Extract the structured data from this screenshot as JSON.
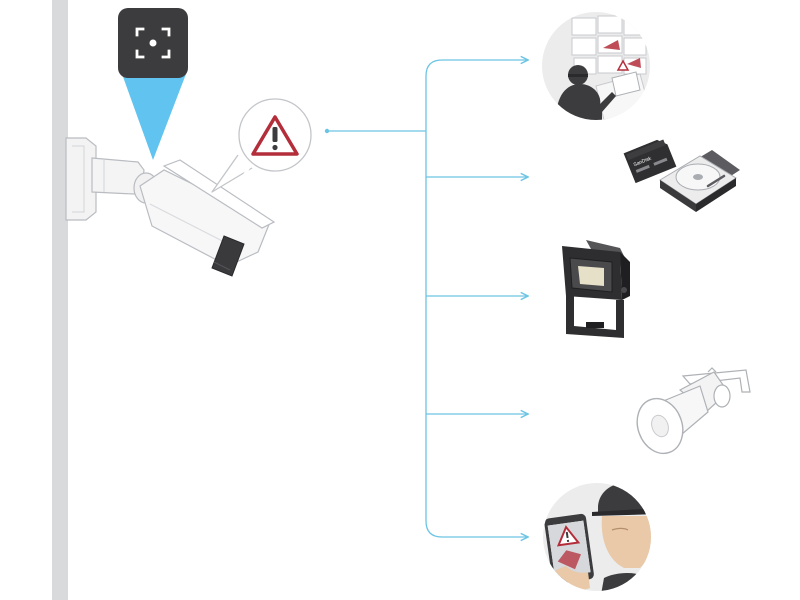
{
  "diagram": {
    "title": "",
    "colors": {
      "connector": "#6cc4e4",
      "beam": "#61c4f0",
      "wall": "#d9dadc",
      "icon_box": "#3c3c3e",
      "warning_red": "#b32e3a"
    },
    "nodes": {
      "camera": {
        "icon": "bullet-camera-icon"
      },
      "detection": {
        "icon": "focus-detection-icon"
      },
      "alert": {
        "icon": "warning-triangle-icon"
      },
      "targets": [
        {
          "id": "operator",
          "icon": "operator-monitoring-icon"
        },
        {
          "id": "storage",
          "icon": "storage-devices-icon",
          "sd_label": "SanDisk"
        },
        {
          "id": "light",
          "icon": "floodlight-icon"
        },
        {
          "id": "horn",
          "icon": "horn-speaker-icon"
        },
        {
          "id": "mobile",
          "icon": "mobile-user-icon"
        }
      ]
    }
  }
}
